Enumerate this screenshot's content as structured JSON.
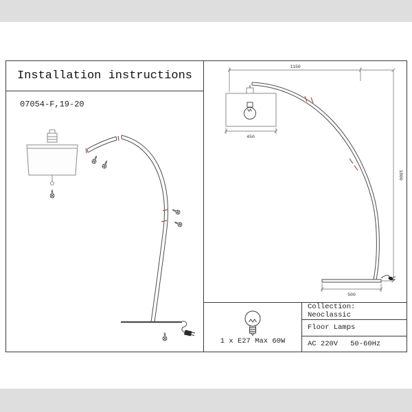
{
  "page": {
    "title": "Installation instructions",
    "model": "07054-F,19-20"
  },
  "specs": {
    "bulb_spec": "1 x E27 Max 60W",
    "collection": "Collection: Neoclassic",
    "category": "Floor Lamps",
    "voltage": "AC 220V",
    "frequency": "50-60Hz"
  },
  "dimensions": {
    "total_width": "1150",
    "shade_width": "450",
    "total_height": "1800",
    "base_width": "500"
  },
  "colors": {
    "line": "#4a4a4a",
    "shade_line": "#8a8a8a",
    "accent_red": "#a8524a",
    "margin_bg": "#dedede",
    "paper": "#ffffff",
    "ink": "#1c1c1c"
  }
}
